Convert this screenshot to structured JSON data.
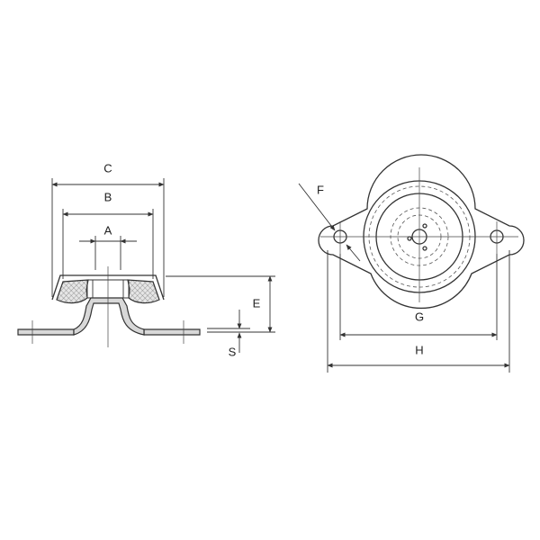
{
  "labels": {
    "A": "A",
    "B": "B",
    "C": "C",
    "E": "E",
    "S": "S",
    "F": "F",
    "G": "G",
    "H": "H"
  },
  "colors": {
    "line": "#333333",
    "hatch_fill": "#d8d8d8",
    "background": "#ffffff"
  }
}
